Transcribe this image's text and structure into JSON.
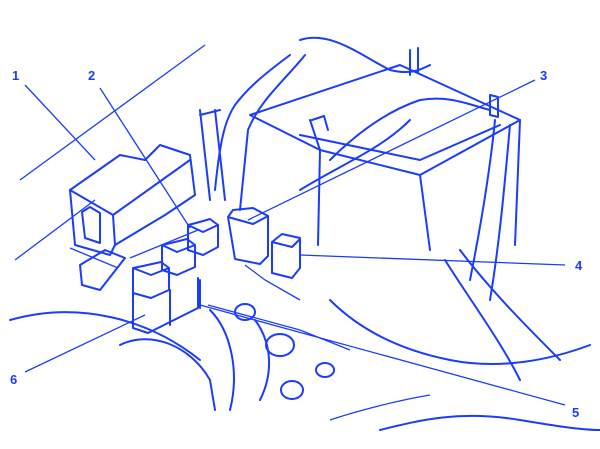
{
  "diagram": {
    "line_color": "#1a3cff",
    "callouts": [
      {
        "label": "1",
        "part": "fuse-relay-box"
      },
      {
        "label": "2",
        "part": "relay"
      },
      {
        "label": "3",
        "part": "relay"
      },
      {
        "label": "4",
        "part": "relay"
      },
      {
        "label": "5",
        "part": "relay-bracket"
      },
      {
        "label": "6",
        "part": "relay"
      }
    ]
  }
}
